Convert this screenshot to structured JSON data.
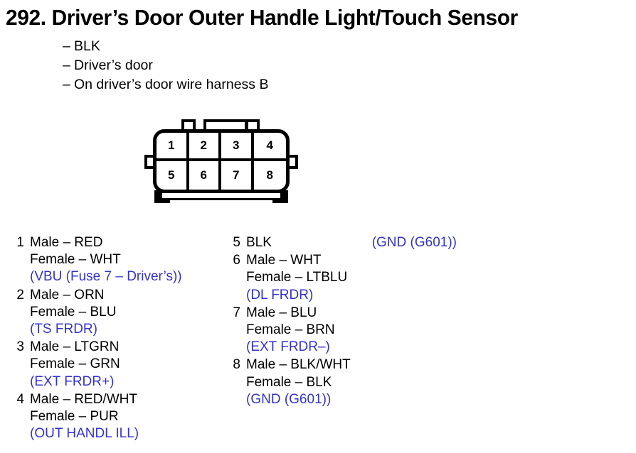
{
  "header": {
    "number": "292.",
    "title": "292.  Driver’s Door Outer Handle Light/Touch Sensor",
    "subtitles": [
      "BLK",
      "Driver’s door",
      "On driver’s door wire harness B"
    ],
    "dash": "–"
  },
  "connector": {
    "name": "8-pin-connector",
    "pins_top": [
      "1",
      "2",
      "3",
      "4"
    ],
    "pins_bottom": [
      "5",
      "6",
      "7",
      "8"
    ]
  },
  "colors": {
    "function_label": "#3333cc",
    "text": "#000000",
    "background": "#ffffff"
  },
  "pin_table": {
    "left_column": [
      {
        "pin": "1",
        "male": "Male – RED",
        "female": "Female – WHT",
        "function": "(VBU (Fuse 7 – Driver’s))"
      },
      {
        "pin": "2",
        "male": "Male – ORN",
        "female": "Female – BLU",
        "function": "(TS FRDR)"
      },
      {
        "pin": "3",
        "male": "Male – LTGRN",
        "female": "Female – GRN",
        "function": "(EXT FRDR+)"
      },
      {
        "pin": "4",
        "male": "Male – RED/WHT",
        "female": "Female – PUR",
        "function": "(OUT HANDL ILL)"
      }
    ],
    "right_column": [
      {
        "pin": "5",
        "male": "BLK",
        "female": "",
        "function": "(GND (G601))",
        "inline": true
      },
      {
        "pin": "6",
        "male": "Male – WHT",
        "female": "Female – LTBLU",
        "function": "(DL FRDR)"
      },
      {
        "pin": "7",
        "male": "Male – BLU",
        "female": "Female – BRN",
        "function": "(EXT FRDR–)"
      },
      {
        "pin": "8",
        "male": "Male – BLK/WHT",
        "female": "Female – BLK",
        "function": "(GND (G601))"
      }
    ]
  }
}
